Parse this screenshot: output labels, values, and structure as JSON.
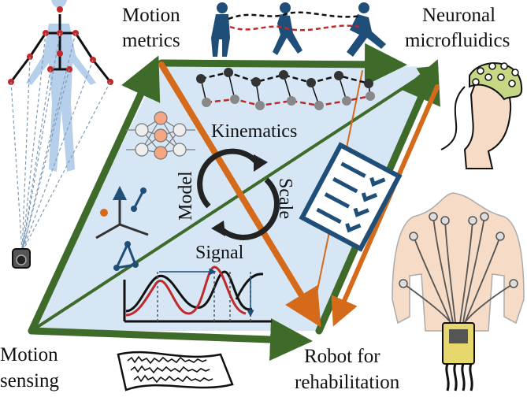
{
  "labels": {
    "motion_metrics": [
      "Motion",
      "metrics"
    ],
    "neuronal_microfluidics": [
      "Neuronal",
      "microfluidics"
    ],
    "motion_sensing": [
      "Motion",
      "sensing"
    ],
    "robot_rehab": [
      "Robot for",
      "rehabilitation"
    ],
    "kinematics": "Kinematics",
    "model": "Model",
    "scale": "Scale",
    "signal": "Signal"
  },
  "colors": {
    "panel_fill": "#d6e6f4",
    "green_arrow": "#3f6b2a",
    "orange_arrow": "#d46a1a",
    "navy": "#1f4e79",
    "red": "#c0282a",
    "body_blue": "#a9c8e8",
    "skin": "#f6dcc6"
  },
  "icons": [
    "human-skeleton-icon",
    "camera-icon",
    "runners-icon",
    "kinematic-chain-icon",
    "neural-network-icon",
    "coordinate-axes-icon",
    "cycle-arrows-icon",
    "checklist-icon",
    "signal-plot-icon",
    "eeg-cap-head-icon",
    "emg-torso-icon",
    "waveform-paper-icon"
  ]
}
